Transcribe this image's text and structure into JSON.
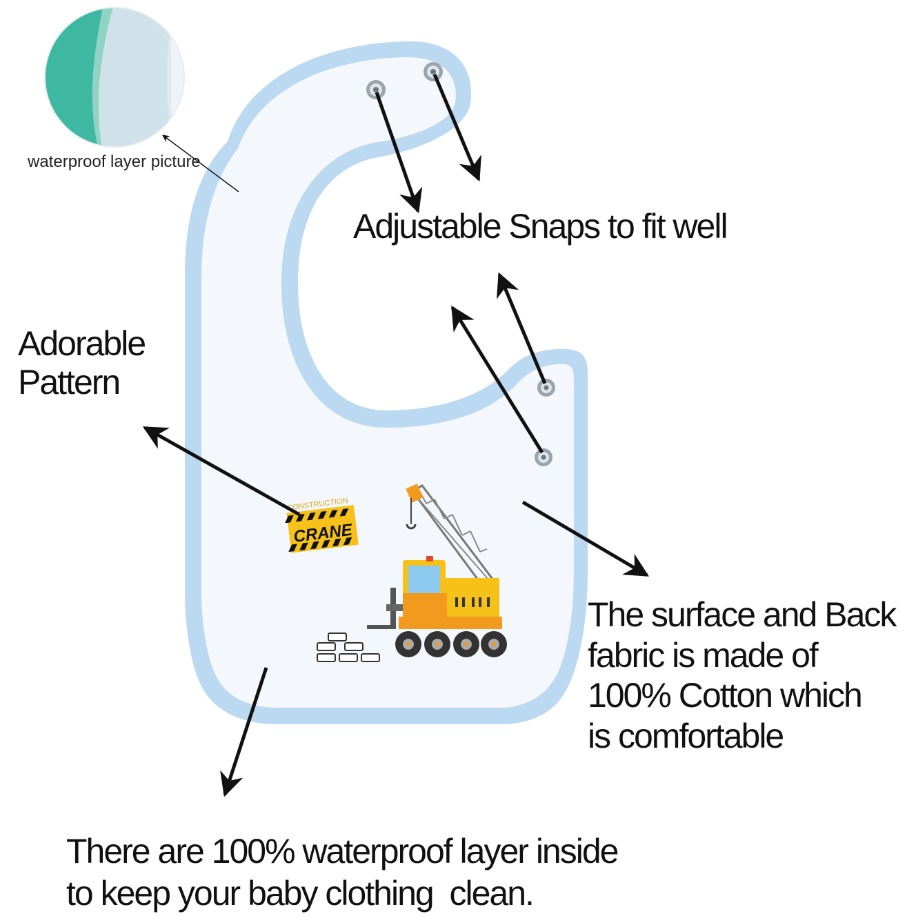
{
  "inset": {
    "caption": "waterproof layer picture"
  },
  "callouts": {
    "snaps": "Adjustable Snaps to fit well",
    "pattern_lines": [
      "Adorable",
      "Pattern"
    ],
    "cotton_lines": [
      "The surface and Back",
      "fabric is made of",
      "100% Cotton which",
      "is comfortable"
    ],
    "waterproof_lines": [
      "There are 100% waterproof layer inside",
      "to keep your baby clothing  clean."
    ]
  },
  "print": {
    "sign_top": "CONSTRUCTION",
    "sign_main": "CRANE"
  },
  "colors": {
    "bib_body": "#f4f7fb",
    "bib_trim": "#bcd9f2",
    "waterproof_layer": "#3fb8a2",
    "crane_yellow": "#f6c21a",
    "crane_orange": "#f29a1e",
    "arrow": "#111111"
  }
}
